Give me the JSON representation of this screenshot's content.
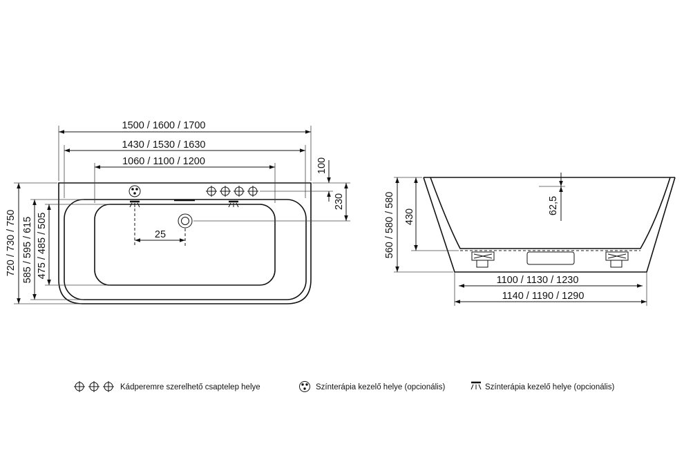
{
  "top_view": {
    "dims": {
      "overall_length": "1500 / 1600 / 1700",
      "rim_length": "1430 / 1530 / 1630",
      "basin_length": "1060 / 1100 / 1200",
      "rim_to_tap": "100",
      "rim_to_drain": "230",
      "drain_offset": "25",
      "overall_width": "720 / 730 / 750",
      "rim_width": "585 / 595 / 615",
      "basin_width": "475 / 485 / 505"
    }
  },
  "side_view": {
    "dims": {
      "overall_height": "560 / 580 / 580",
      "depth": "430",
      "overflow": "62,5",
      "inner_base": "1100 / 1130 / 1230",
      "outer_base": "1140 / 1190 / 1290"
    }
  },
  "legend": {
    "tap_label": "Kádperemre szerelhető csaptelep helye",
    "control_label": "Színterápia kezelő helye (opcionális)",
    "light_label": "Színterápia kezelő helye (opcionális)"
  }
}
